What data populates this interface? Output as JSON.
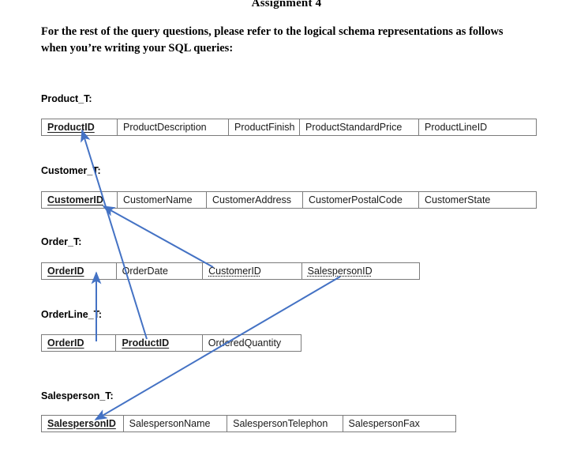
{
  "document": {
    "title": "Assignment 4",
    "intro_line_1": "For the rest of the query questions, please refer to the logical schema representations as follows",
    "intro_line_2": "when you’re writing your SQL queries:"
  },
  "colors": {
    "arrow": "#4472C4",
    "table_border": "#7b7b7b",
    "text": "#1a1a1a",
    "page_background": "#ffffff"
  },
  "relations": [
    {
      "label": "Product_T:",
      "name": "product-t",
      "attributes": [
        {
          "text": "ProductID",
          "key": "pk"
        },
        {
          "text": "ProductDescription",
          "key": "none"
        },
        {
          "text": "ProductFinish",
          "key": "none"
        },
        {
          "text": "ProductStandardPrice",
          "key": "none"
        },
        {
          "text": "ProductLineID",
          "key": "none"
        }
      ]
    },
    {
      "label": "Customer_T:",
      "name": "customer-t",
      "attributes": [
        {
          "text": "CustomerID",
          "key": "pk"
        },
        {
          "text": "CustomerName",
          "key": "none"
        },
        {
          "text": "CustomerAddress",
          "key": "none"
        },
        {
          "text": "CustomerPostalCode",
          "key": "none"
        },
        {
          "text": "CustomerState",
          "key": "none"
        }
      ]
    },
    {
      "label": "Order_T:",
      "name": "order-t",
      "attributes": [
        {
          "text": "OrderID",
          "key": "pk"
        },
        {
          "text": "OrderDate",
          "key": "none"
        },
        {
          "text": "CustomerID",
          "key": "fk"
        },
        {
          "text": "SalespersonID",
          "key": "fk"
        }
      ]
    },
    {
      "label": "OrderLine_T:",
      "name": "orderline-t",
      "attributes": [
        {
          "text": "OrderID",
          "key": "pk"
        },
        {
          "text": "ProductID",
          "key": "pk"
        },
        {
          "text": "OrderedQuantity",
          "key": "none"
        }
      ]
    },
    {
      "label": "Salesperson_T:",
      "name": "salesperson-t",
      "attributes": [
        {
          "text": "SalespersonID",
          "key": "pk"
        },
        {
          "text": "SalespersonName",
          "key": "none"
        },
        {
          "text": "SalespersonTelephon",
          "key": "none"
        },
        {
          "text": "SalespersonFax",
          "key": "none"
        }
      ]
    }
  ],
  "relationship_arrows": [
    {
      "name": "orderline-productid-to-product-productid",
      "from_relation": "OrderLine_T",
      "from_attribute": "ProductID",
      "to_relation": "Product_T",
      "to_attribute": "ProductID"
    },
    {
      "name": "orderline-orderid-to-order-orderid",
      "from_relation": "OrderLine_T",
      "from_attribute": "OrderID",
      "to_relation": "Order_T",
      "to_attribute": "OrderID"
    },
    {
      "name": "order-customerid-to-customer-customerid",
      "from_relation": "Order_T",
      "from_attribute": "CustomerID",
      "to_relation": "Customer_T",
      "to_attribute": "CustomerID"
    },
    {
      "name": "order-salespersonid-to-salesperson-salespersonid",
      "from_relation": "Order_T",
      "from_attribute": "SalespersonID",
      "to_relation": "Salesperson_T",
      "to_attribute": "SalespersonID"
    }
  ]
}
